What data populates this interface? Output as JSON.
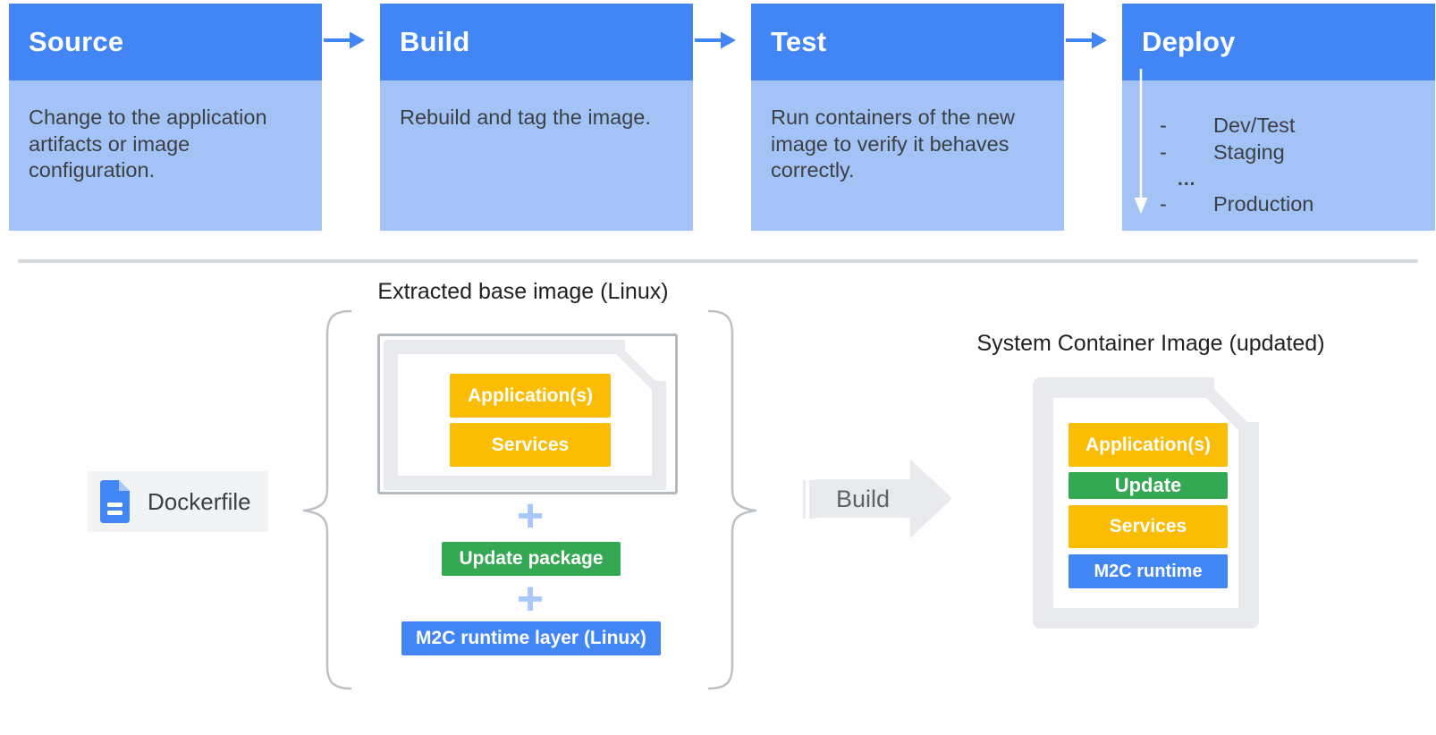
{
  "colors": {
    "stage_header_blue": "#4285F4",
    "stage_body_blue": "#A3C3F7",
    "connector_blue": "#4285F4",
    "yellow": "#FBBC04",
    "green": "#34A853",
    "chip_blue": "#4285F4",
    "doc_gray": "#E8EAED",
    "doc_border_gray": "#B3B9BF",
    "brace_gray": "#BDC1C6",
    "plus_blue": "#A8C7FA",
    "dockerfile_bg": "#F1F3F4",
    "build_arrow_gray": "#E8EAED",
    "text_dark": "#3C4043",
    "title_dark": "#202124",
    "white": "#FFFFFF"
  },
  "plus": "+",
  "pipeline": {
    "stages": [
      {
        "title": "Source",
        "description": "Change to the application artifacts or image configuration."
      },
      {
        "title": "Build",
        "description": "Rebuild and tag the image."
      },
      {
        "title": "Test",
        "description": "Run containers of the new image to verify it behaves correctly."
      },
      {
        "title": "Deploy",
        "items": [
          {
            "dash": "-",
            "label": "Dev/Test"
          },
          {
            "dash": "-",
            "label": "Staging"
          },
          {
            "dash": "...",
            "label": ""
          },
          {
            "dash": "-",
            "label": "Production"
          }
        ]
      }
    ]
  },
  "dockerfile": {
    "label": "Dockerfile"
  },
  "extracted_base_image": {
    "title": "Extracted base image (Linux)",
    "layers": [
      {
        "label": "Application(s)",
        "color": "#FBBC04"
      },
      {
        "label": "Services",
        "color": "#FBBC04"
      }
    ]
  },
  "additions": [
    {
      "label": "Update package",
      "color": "#34A853"
    },
    {
      "label": "M2C runtime layer (Linux)",
      "color": "#4285F4"
    }
  ],
  "build_arrow": {
    "label": "Build"
  },
  "system_container_image": {
    "title": "System Container Image (updated)",
    "layers": [
      {
        "label": "Application(s)",
        "color": "#FBBC04"
      },
      {
        "label": "Update",
        "color": "#34A853"
      },
      {
        "label": "Services",
        "color": "#FBBC04"
      },
      {
        "label": "M2C runtime",
        "color": "#4285F4"
      }
    ]
  }
}
